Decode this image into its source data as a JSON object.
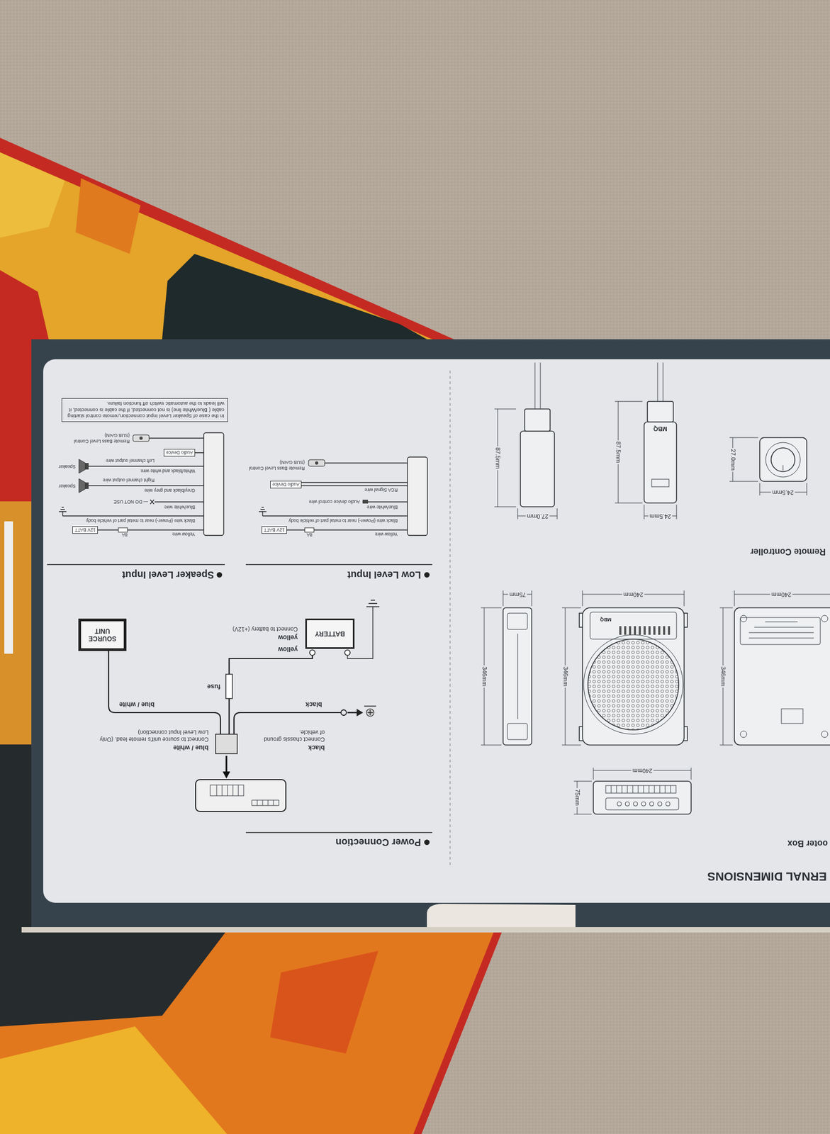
{
  "diagram": {
    "title": "ERNAL DIMENSIONS",
    "nodes": [
      {
        "text": [
          "BATTERY"
        ]
      },
      {
        "text": [
          "SOURCE UNIT"
        ]
      },
      {
        "text": [
          "12V BATT"
        ]
      },
      {
        "text": [
          "Audio Device"
        ]
      },
      {
        "text": [
          "12V BATT"
        ]
      },
      {
        "text": [
          "Audio Device"
        ]
      },
      {
        "text": [
          "In the case of Speaker Level Input connection,remote control starting cable ( Blue/White line) is not connected, If the cable is connected, it will leads to the automatic switch off function failure."
        ]
      }
    ],
    "labels": [
      "ooter Box",
      "240mm",
      "346mm",
      "240mm",
      "346mm",
      "75mm",
      "346mm",
      "240mm",
      "75mm",
      "MBQ",
      "Remote Controller",
      "24.5mm",
      "27.0mm",
      "24.5mm",
      "87.5mm",
      "MBQ",
      "27.0mm",
      "87.5mm",
      "Power Connection",
      "blue / white",
      "Connect to source unit's remote lead. (Only Low Level Input connection)",
      "black",
      "Connect chassis ground of vehicle.",
      "blue / white",
      "black",
      "fuse",
      "yellow",
      "yellow",
      "Connect to battery (+12V)",
      "Low Level Input",
      "Yellow wire",
      "8A",
      "Black wire (Power-) near to metal part of vehicle body",
      "Blue/white wire",
      "Audio device control wire",
      "RCA Signal wire",
      "Remote Bass Level Control",
      "(SUB GAIN)",
      "Speaker Level Input",
      "Yellow wire",
      "8A",
      "Black wire (Power-) near to metal part of vehicle body",
      "Blue/white wire",
      "— DO NOT USE",
      "Grey/black and grey wire",
      "Speaker",
      "Right channel output wire",
      "White/black and white wire",
      "Speaker",
      "Left channel output wire",
      "Remote Bass Level Control",
      "(SUB GAIN)"
    ]
  }
}
